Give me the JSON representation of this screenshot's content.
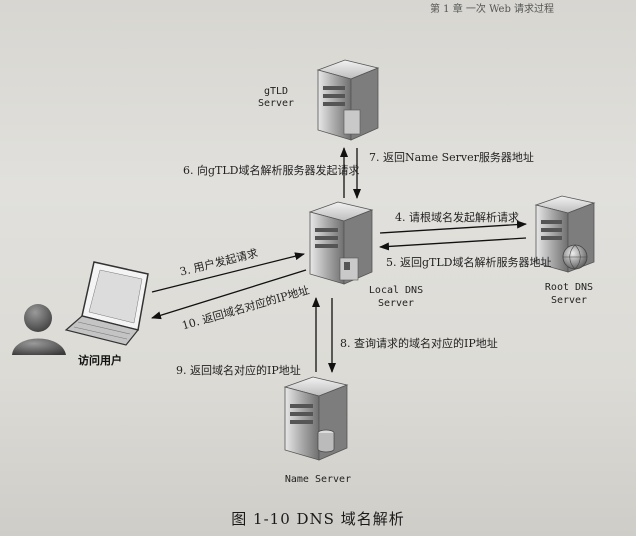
{
  "header": {
    "text": "第 1 章 一次 Web 请求过程"
  },
  "nodes": {
    "gtld": {
      "line1": "gTLD",
      "line2": "Server"
    },
    "local": {
      "line1": "Local DNS",
      "line2": "Server"
    },
    "root": {
      "line1": "Root DNS",
      "line2": "Server"
    },
    "name": {
      "line1": "Name Server"
    },
    "user": {
      "label": "访问用户"
    }
  },
  "steps": {
    "s3": "3. 用户发起请求",
    "s4": "4. 请根域名发起解析请求",
    "s5": "5. 返回gTLD域名解析服务器地址",
    "s6": "6. 向gTLD域名解析服务器发起请求",
    "s7": "7. 返回Name Server服务器地址",
    "s8": "8. 查询请求的域名对应的IP地址",
    "s9": "9. 返回域名对应的IP地址",
    "s10": "10. 返回域名对应的IP地址"
  },
  "caption": "图 1-10   DNS 域名解析"
}
